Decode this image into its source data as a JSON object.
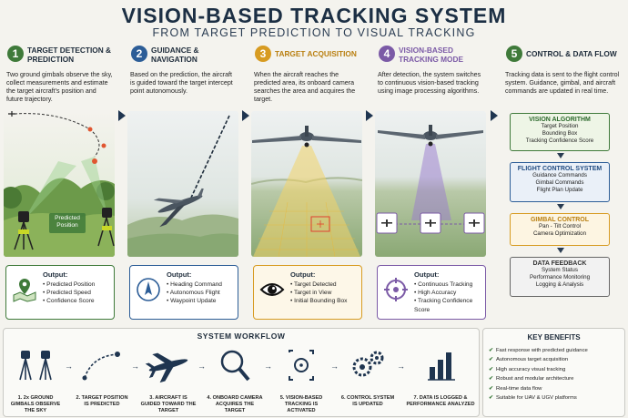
{
  "title": "VISION-BASED TRACKING SYSTEM",
  "subtitle": "FROM TARGET PREDICTION TO VISUAL TRACKING",
  "steps": [
    {
      "num": "1",
      "title": "TARGET DETECTION & PREDICTION",
      "desc": "Two ground gimbals observe the sky, collect measurements and estimate the target aircraft's position and future trajectory.",
      "scene_label": "Predicted Position",
      "output_title": "Output:",
      "outputs": [
        "Predicted Position",
        "Predicted Speed",
        "Confidence Score"
      ],
      "color": "#3f7a3a"
    },
    {
      "num": "2",
      "title": "GUIDANCE & NAVIGATION",
      "desc": "Based on the prediction, the aircraft is guided toward the target intercept point autonomously.",
      "output_title": "Output:",
      "outputs": [
        "Heading Command",
        "Autonomous Flight",
        "Waypoint Update"
      ],
      "color": "#2c5d97"
    },
    {
      "num": "3",
      "title": "TARGET ACQUISITION",
      "desc": "When the aircraft reaches the predicted area, its onboard camera searches the area and acquires the target.",
      "output_title": "Output:",
      "outputs": [
        "Target Detected",
        "Target in View",
        "Initial Bounding Box"
      ],
      "color": "#d79b21"
    },
    {
      "num": "4",
      "title": "VISION-BASED TRACKING MODE",
      "desc": "After detection, the system switches to continuous vision-based tracking using image processing algorithms.",
      "output_title": "Output:",
      "outputs": [
        "Continuous Tracking",
        "High Accuracy",
        "Tracking Confidence Score"
      ],
      "color": "#7b5aa6"
    },
    {
      "num": "5",
      "title": "CONTROL & DATA FLOW",
      "desc": "Tracking data is sent to the flight control system. Guidance, gimbal, and aircraft commands are updated in real time.",
      "color": "#3f7a3a"
    }
  ],
  "dataflow": [
    {
      "title": "VISION ALGORITHM",
      "items": [
        "Target Position",
        "Bounding Box",
        "Tracking Confidence Score"
      ],
      "color": "#3f7a3a"
    },
    {
      "title": "FLIGHT CONTROL SYSTEM",
      "items": [
        "Guidance Commands",
        "Gimbal Commands",
        "Flight Plan Update"
      ],
      "color": "#2c5d97"
    },
    {
      "title": "GIMBAL CONTROL",
      "items": [
        "Pan - Tilt Control",
        "Camera Optimization"
      ],
      "color": "#d79b21"
    },
    {
      "title": "DATA FEEDBACK",
      "items": [
        "System Status",
        "Performance Monitoring",
        "Logging & Analysis"
      ],
      "color": "#555555"
    }
  ],
  "workflow": {
    "title": "SYSTEM WORKFLOW",
    "steps": [
      {
        "label": "1. 2x GROUND GIMBALS OBSERVE THE SKY",
        "icon": "gimbals-icon"
      },
      {
        "label": "2. TARGET POSITION IS PREDICTED",
        "icon": "trajectory-icon"
      },
      {
        "label": "3. AIRCRAFT IS GUIDED TOWARD THE TARGET",
        "icon": "aircraft-icon"
      },
      {
        "label": "4. ONBOARD CAMERA ACQUIRES THE TARGET",
        "icon": "magnifier-icon"
      },
      {
        "label": "5. VISION-BASED TRACKING IS ACTIVATED",
        "icon": "crosshair-icon"
      },
      {
        "label": "6. CONTROL SYSTEM IS UPDATED",
        "icon": "gears-icon"
      },
      {
        "label": "7. DATA IS LOGGED & PERFORMANCE ANALYZED",
        "icon": "bar-chart-icon"
      }
    ]
  },
  "benefits": {
    "title": "KEY BENEFITS",
    "items": [
      "Fast response with predicted guidance",
      "Autonomous target acquisition",
      "High accuracy visual tracking",
      "Robust and modular architecture",
      "Real-time data flow",
      "Suitable for UAV & UGV platforms"
    ]
  }
}
